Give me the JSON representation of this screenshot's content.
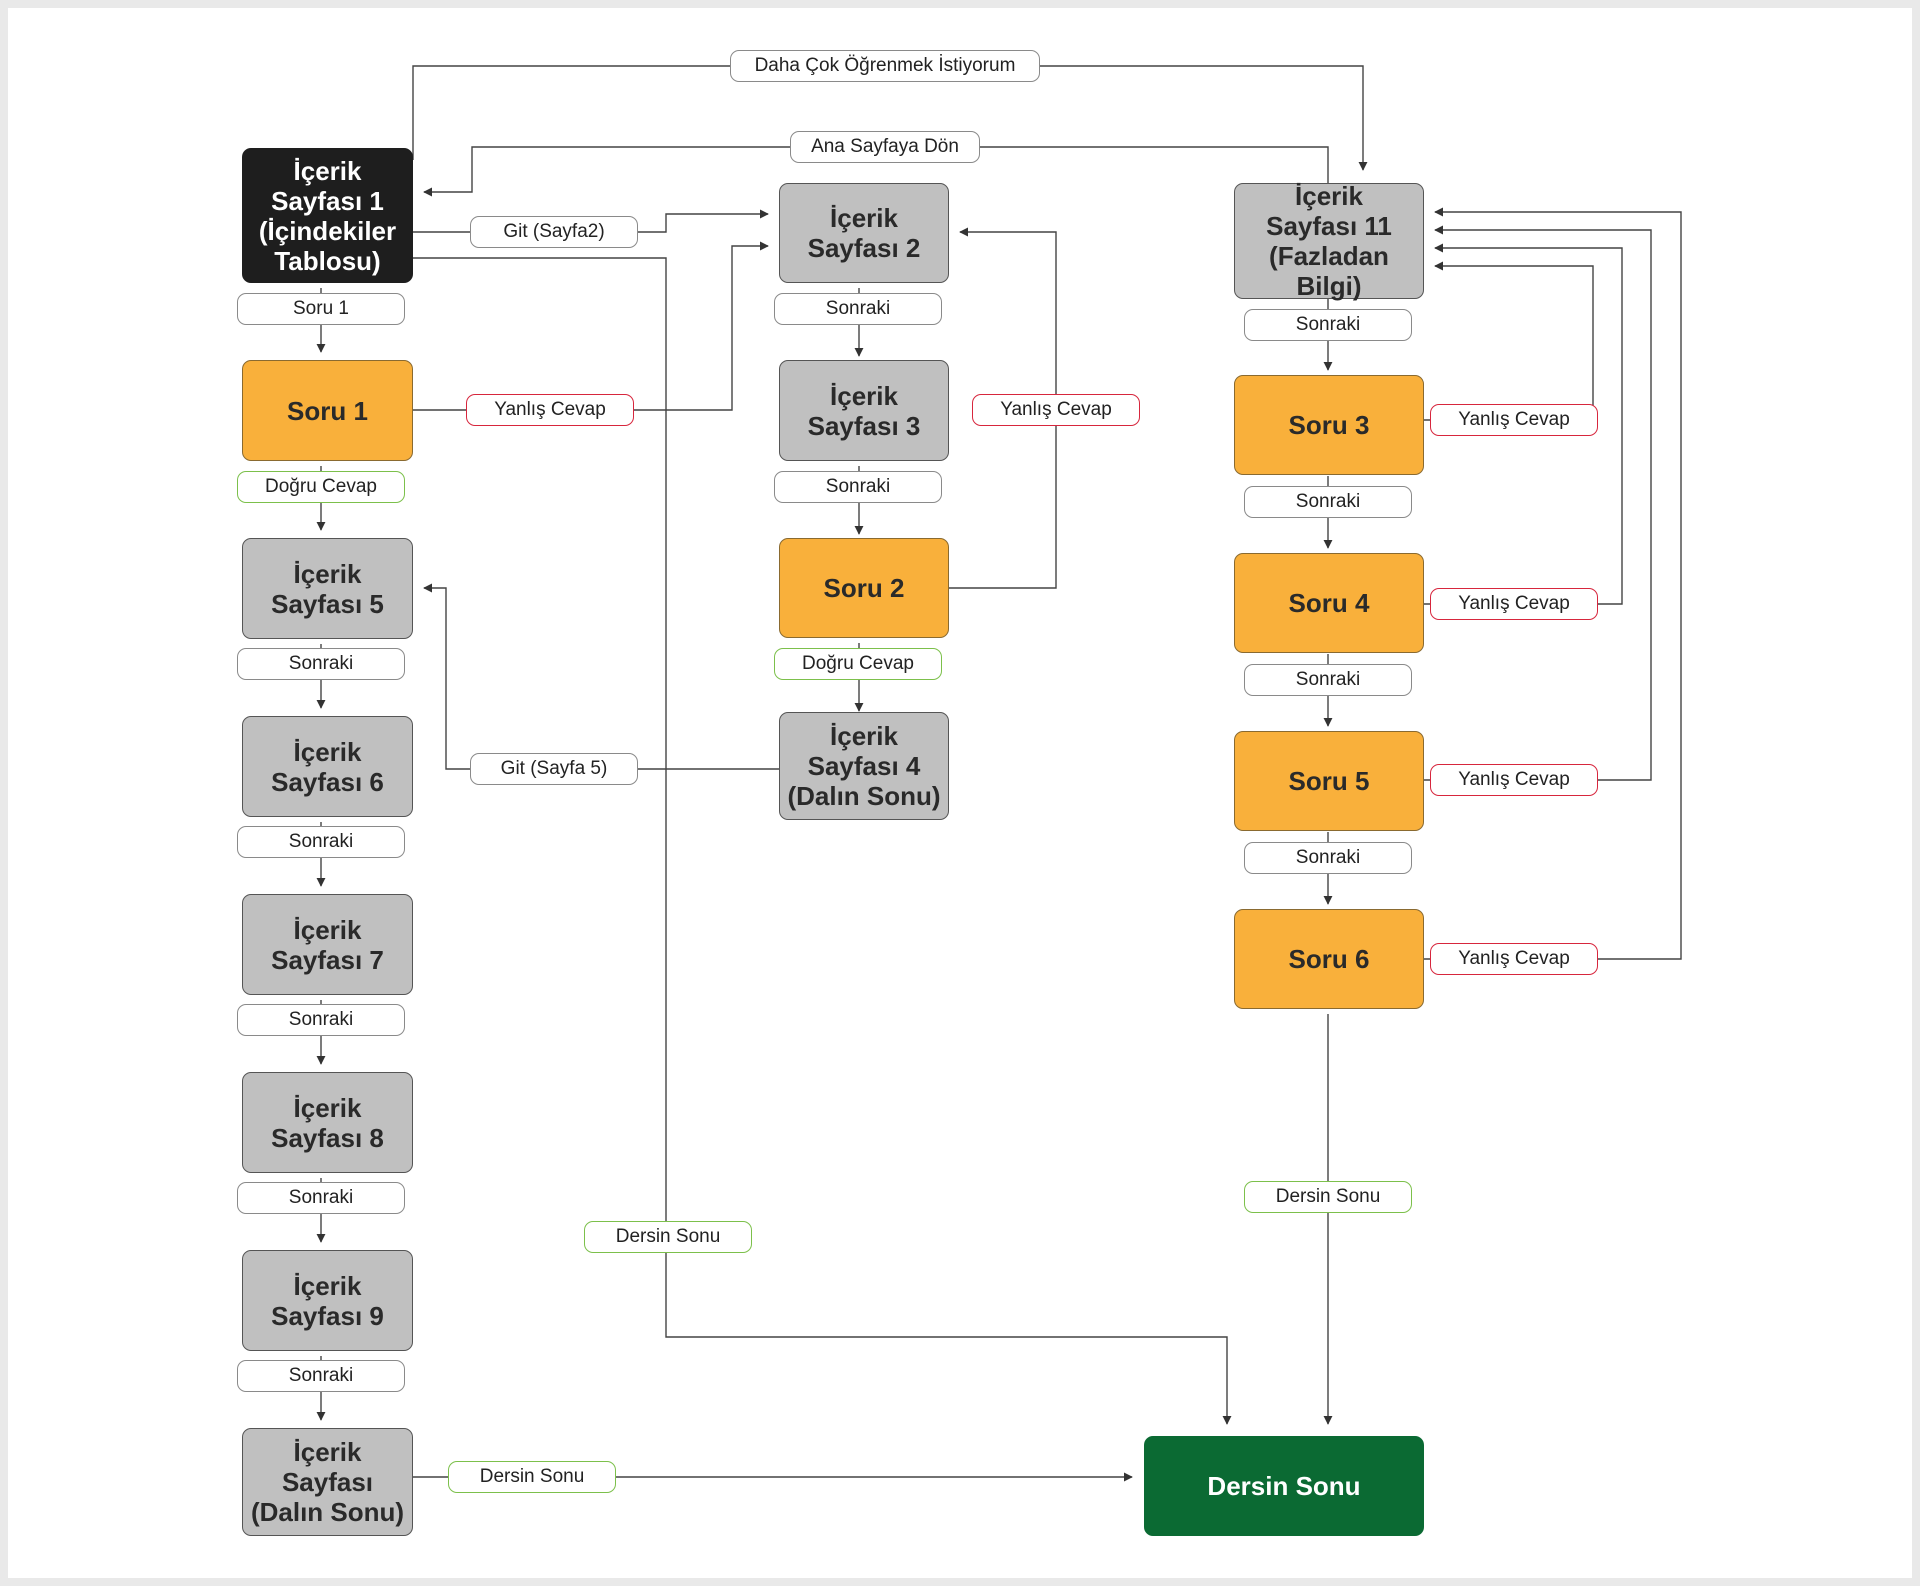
{
  "colors": {
    "dark": "#1e1e1e",
    "content_page": "#c0c0c0",
    "question": "#f9b03b",
    "end": "#0b6a33",
    "wrong_answer": "#d7263d",
    "correct_answer": "#7cc04b"
  },
  "nodes": {
    "ip1": "İçerik\nSayfası 1\n(İçindekiler\nTablosu)",
    "ip2": "İçerik\nSayfası 2",
    "ip3": "İçerik\nSayfası 3",
    "ip4": "İçerik\nSayfası 4\n(Dalın Sonu)",
    "ip5": "İçerik\nSayfası 5",
    "ip6": "İçerik\nSayfası 6",
    "ip7": "İçerik\nSayfası 7",
    "ip8": "İçerik\nSayfası 8",
    "ip9": "İçerik\nSayfası 9",
    "ipd": "İçerik\nSayfası\n(Dalın Sonu)",
    "ip11": "İçerik\nSayfası 11\n(Fazladan Bilgi)",
    "s1": "Soru 1",
    "s2": "Soru 2",
    "s3": "Soru 3",
    "s4": "Soru 4",
    "s5": "Soru 5",
    "s6": "Soru 6",
    "end": "Dersin Sonu"
  },
  "labels": {
    "daha": "Daha Çok Öğrenmek İstiyorum",
    "ana": "Ana Sayfaya Dön",
    "git2": "Git (Sayfa2)",
    "git5": "Git (Sayfa 5)",
    "soru1": "Soru 1",
    "sonraki": "Sonraki",
    "yanlis": "Yanlış Cevap",
    "dogru": "Doğru Cevap",
    "dersin_sonu": "Dersin Sonu"
  }
}
